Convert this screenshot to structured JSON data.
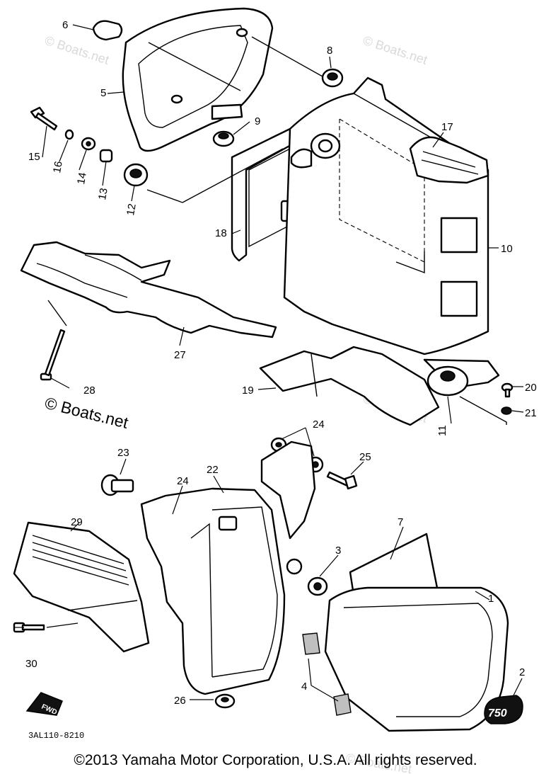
{
  "diagram": {
    "callouts": {
      "c1": "1",
      "c2": "2",
      "c3": "3",
      "c4": "4",
      "c5": "5",
      "c6": "6",
      "c7": "7",
      "c8": "8",
      "c9": "9",
      "c10": "10",
      "c11": "11",
      "c12": "12",
      "c13": "13",
      "c14": "14",
      "c15": "15",
      "c16": "16",
      "c17": "17",
      "c18": "18",
      "c19": "19",
      "c20": "20",
      "c21": "21",
      "c22": "22",
      "c23": "23",
      "c24a": "24",
      "c24b": "24",
      "c25": "25",
      "c26": "26",
      "c27": "27",
      "c28": "28",
      "c29": "29",
      "c30": "30"
    },
    "watermarks": {
      "w1": "© Boats.net",
      "w2": "© Boats.net",
      "w3": "© Boats.net",
      "w4": "© Boats.net",
      "main": "© Boats.net"
    },
    "fwd_label": "FWD",
    "badge_text": "750",
    "drawing_code": "3AL110-8210",
    "copyright": "©2013 Yamaha Motor Corporation, U.S.A. All rights reserved."
  }
}
